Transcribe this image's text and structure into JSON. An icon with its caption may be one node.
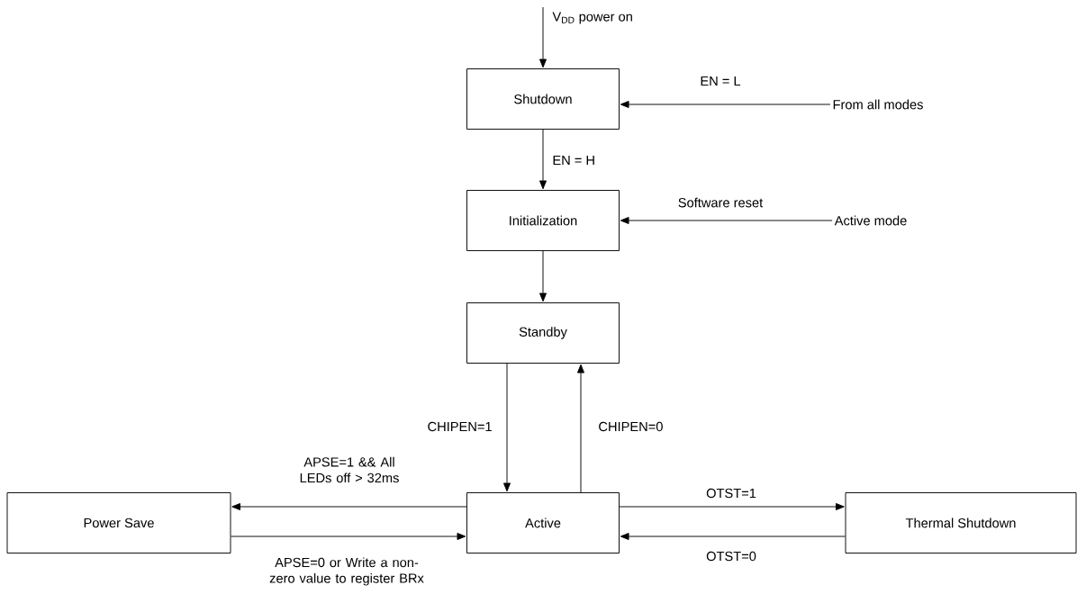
{
  "diagram": {
    "nodes": [
      {
        "text": [
          "Shutdown"
        ]
      },
      {
        "text": [
          "Initialization"
        ]
      },
      {
        "text": [
          "Standby"
        ]
      },
      {
        "text": [
          "Power Save"
        ]
      },
      {
        "text": [
          "Active"
        ]
      },
      {
        "text": [
          "Thermal Shutdown"
        ]
      },
      {
        "text": [
          "From all modes"
        ]
      },
      {
        "text": [
          "Active mode"
        ]
      }
    ],
    "edges": [
      {
        "from": null,
        "to": 0,
        "arrow": "to",
        "label": "V$_{DD}$ power on"
      },
      {
        "from": 6,
        "to": 0,
        "arrow": "to",
        "label": "EN = L"
      },
      {
        "from": 0,
        "to": 1,
        "arrow": "to",
        "label": "EN = H"
      },
      {
        "from": 7,
        "to": 1,
        "arrow": "to",
        "label": "Software reset"
      },
      {
        "from": 1,
        "to": 2,
        "arrow": "to"
      },
      {
        "from": 2,
        "to": 4,
        "arrow": "to",
        "label": "CHIPEN=1"
      },
      {
        "from": 4,
        "to": 2,
        "arrow": "to",
        "label": "CHIPEN=0"
      },
      {
        "from": 4,
        "to": 3,
        "arrow": "to",
        "label": "APSE=1 && All LEDs off > 32ms"
      },
      {
        "from": 3,
        "to": 4,
        "arrow": "to",
        "label": "APSE=0 or Write a non-zero value to register BRx"
      },
      {
        "from": 4,
        "to": 5,
        "arrow": "to",
        "label": "OTST=1"
      },
      {
        "from": 5,
        "to": 4,
        "arrow": "to",
        "label": "OTST=0"
      }
    ]
  }
}
